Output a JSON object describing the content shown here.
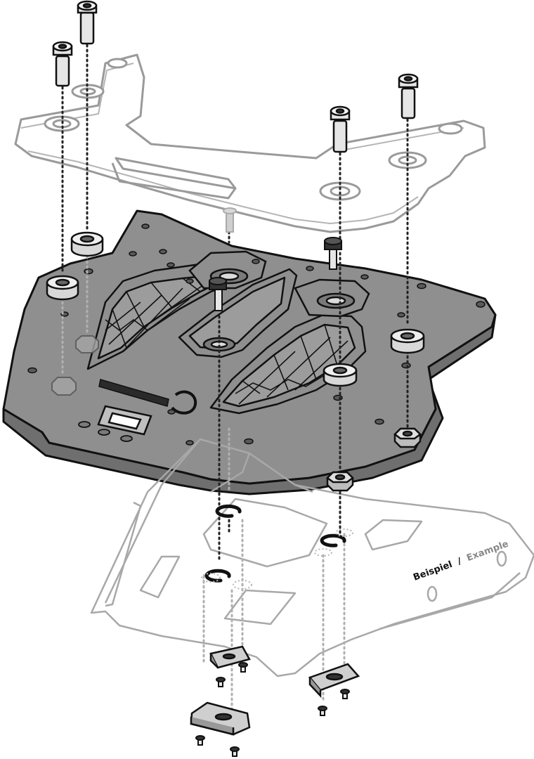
{
  "label": {
    "primary": "Beispiel",
    "separator": "/",
    "secondary": "Example"
  },
  "colors": {
    "plate_fill": "#8f8f8f",
    "plate_edge": "#6f6f6f",
    "outline": "#111111",
    "ghost_outline": "#a8a8a8",
    "bolt_fill": "#e6e6e6",
    "guide_dark": "#222222",
    "guide_light": "#b0b0b0"
  },
  "parts": [
    "top-frame",
    "base-plate",
    "bolt",
    "spacer",
    "nut",
    "circlip",
    "rear-rack",
    "clamp-plate",
    "small-screw"
  ]
}
